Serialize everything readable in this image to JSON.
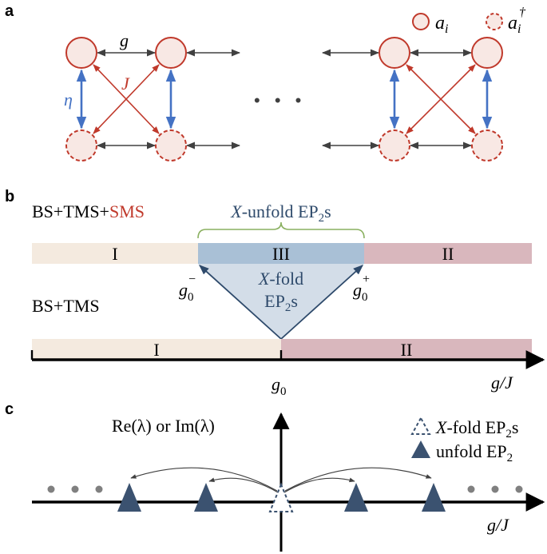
{
  "colors": {
    "mode_red": "#c0392b",
    "mode_fill": "#f8e8e4",
    "coupling_gray": "#404040",
    "eta_blue": "#4472c4",
    "J_red": "#c0392b",
    "region_I": "#f4eadf",
    "region_II": "#d9b7bd",
    "region_III": "#a9c0d6",
    "triangle_fill": "#d3dde8",
    "triangle_line": "#2e4a6b",
    "brace_green": "#8ab060",
    "ep_dark": "#3b5270",
    "dot_gray": "#808080",
    "sms_red": "#c0392b"
  },
  "panel_a": {
    "label": "a",
    "g": "g",
    "J": "J",
    "eta": "η",
    "ellipsis": "• • •",
    "legend_ai": "a",
    "legend_ai_sub": "i",
    "legend_adag": "a",
    "legend_adag_sub": "i",
    "legend_adag_sup": "†"
  },
  "panel_b": {
    "label": "b",
    "top_title_black": "BS+TMS+",
    "top_title_red": "SMS",
    "brace_label_italic": "X",
    "brace_label_rest": "-unfold EP",
    "brace_label_sub": "2",
    "brace_label_end": "s",
    "top_regions": [
      "I",
      "III",
      "II"
    ],
    "fold_line1_italic": "X",
    "fold_line1_rest": "-fold",
    "fold_line2": "EP",
    "fold_line2_sub": "2",
    "fold_line2_end": "s",
    "g0_minus": "g",
    "g0_minus_sub": "0",
    "g0_minus_sup": "−",
    "g0_plus": "g",
    "g0_plus_sub": "0",
    "g0_plus_sup": "+",
    "bottom_title": "BS+TMS",
    "bottom_regions": [
      "I",
      "II"
    ],
    "g0": "g",
    "g0_sub": "0",
    "axis_label": "g/J"
  },
  "panel_c": {
    "label": "c",
    "ylabel": "Re(λ) or Im(λ)",
    "legend_fold_italic": "X",
    "legend_fold_rest": "-fold EP",
    "legend_fold_sub": "2",
    "legend_fold_end": "s",
    "legend_unfold": "unfold EP",
    "legend_unfold_sub": "2",
    "axis_label": "g/J"
  }
}
